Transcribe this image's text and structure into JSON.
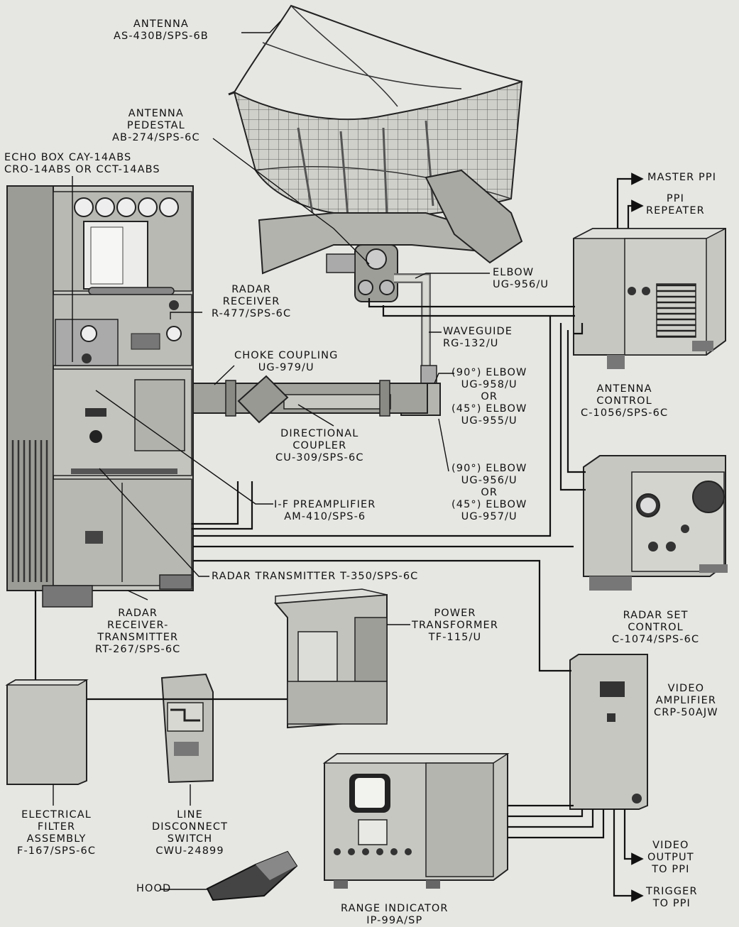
{
  "colors": {
    "background": "#e6e6e3",
    "equipment_face": "#c9c9c4",
    "equipment_dark": "#8d8d88",
    "equipment_side": "#a8a8a3",
    "line": "#111111"
  },
  "labels": {
    "antenna": [
      "ANTENNA",
      "AS-430B/SPS-6B"
    ],
    "antenna_pedestal": [
      "ANTENNA",
      "PEDESTAL",
      "AB-274/SPS-6C"
    ],
    "echo_box": [
      "ECHO BOX CAY-14ABS",
      "CRO-14ABS OR CCT-14ABS"
    ],
    "radar_receiver": [
      "RADAR",
      "RECEIVER",
      "R-477/SPS-6C"
    ],
    "elbow_top": [
      "ELBOW",
      "UG-956/U"
    ],
    "master_ppi": "MASTER PPI",
    "ppi_repeater": [
      "PPI",
      "REPEATER"
    ],
    "waveguide": [
      "WAVEGUIDE",
      "RG-132/U"
    ],
    "choke_coupling": [
      "CHOKE COUPLING",
      "UG-979/U"
    ],
    "elbow_90_45_upper": [
      "(90°) ELBOW",
      "UG-958/U",
      "OR",
      "(45°) ELBOW",
      "UG-955/U"
    ],
    "antenna_control": [
      "ANTENNA",
      "CONTROL",
      "C-1056/SPS-6C"
    ],
    "directional_coupler": [
      "DIRECTIONAL",
      "COUPLER",
      "CU-309/SPS-6C"
    ],
    "elbow_90_45_lower": [
      "(90°) ELBOW",
      "UG-956/U",
      "OR",
      "(45°) ELBOW",
      "UG-957/U"
    ],
    "if_preamplifier": [
      "I-F PREAMPLIFIER",
      "AM-410/SPS-6"
    ],
    "radar_transmitter": "RADAR TRANSMITTER T-350/SPS-6C",
    "radar_receiver_transmitter": [
      "RADAR",
      "RECEIVER-",
      "TRANSMITTER",
      "RT-267/SPS-6C"
    ],
    "power_transformer": [
      "POWER",
      "TRANSFORMER",
      "TF-115/U"
    ],
    "radar_set_control": [
      "RADAR SET",
      "CONTROL",
      "C-1074/SPS-6C"
    ],
    "video_amplifier": [
      "VIDEO",
      "AMPLIFIER",
      "CRP-50AJW"
    ],
    "electrical_filter": [
      "ELECTRICAL",
      "FILTER",
      "ASSEMBLY",
      "F-167/SPS-6C"
    ],
    "line_disconnect": [
      "LINE",
      "DISCONNECT",
      "SWITCH",
      "CWU-24899"
    ],
    "hood": "HOOD",
    "video_output": [
      "VIDEO",
      "OUTPUT",
      "TO PPI"
    ],
    "trigger": [
      "TRIGGER",
      "TO PPI"
    ],
    "range_indicator": [
      "RANGE INDICATOR",
      "IP-99A/SP"
    ]
  }
}
